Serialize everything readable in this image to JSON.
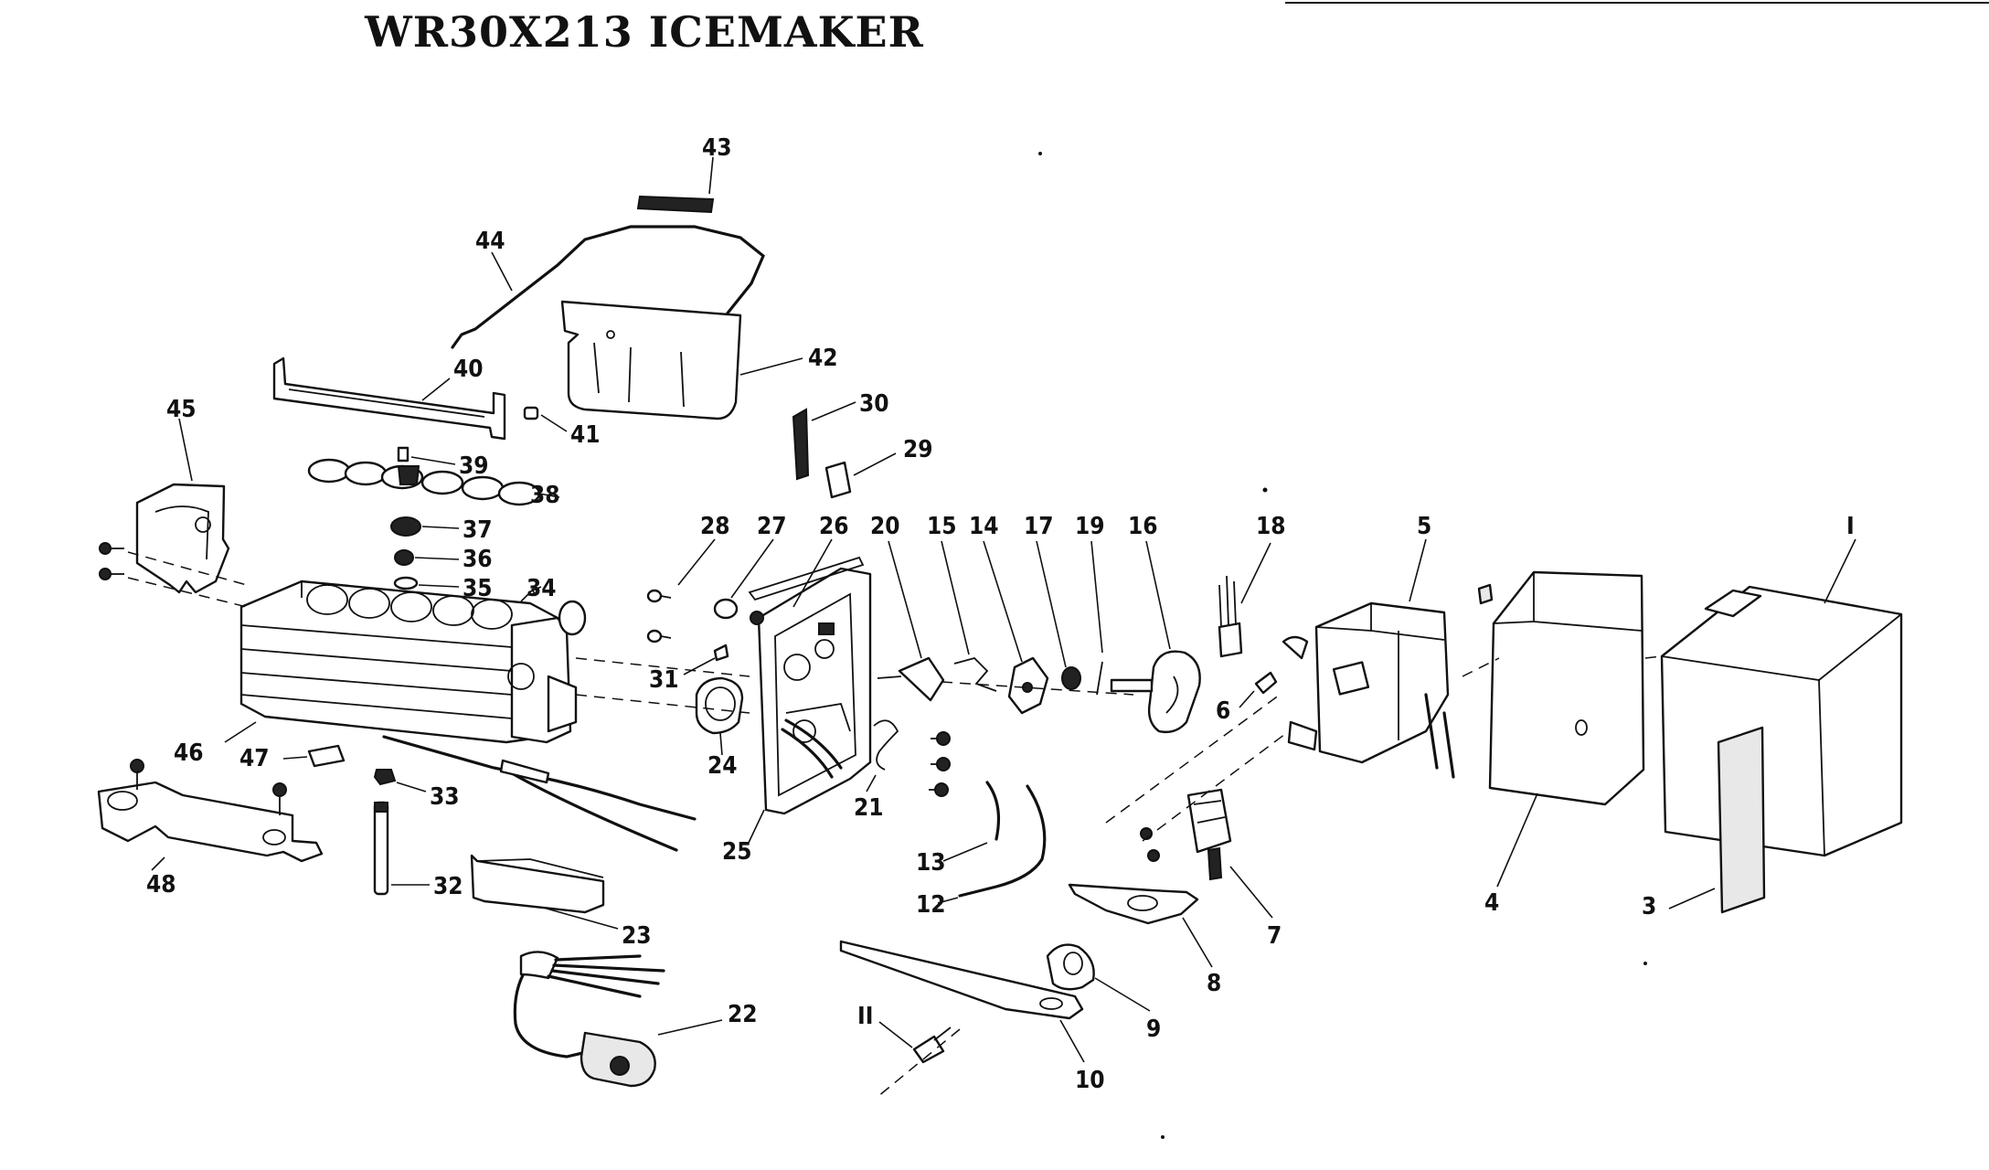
{
  "title": "WR30X213 ICEMAKER",
  "callouts": {
    "1": "I",
    "3": "3",
    "4": "4",
    "5": "5",
    "6": "6",
    "7": "7",
    "8": "8",
    "9": "9",
    "10": "10",
    "11": "II",
    "12": "12",
    "13": "13",
    "14": "14",
    "15": "15",
    "16": "16",
    "17": "17",
    "18": "18",
    "19": "19",
    "20": "20",
    "21": "21",
    "22": "22",
    "23": "23",
    "24": "24",
    "25": "25",
    "26": "26",
    "27": "27",
    "28": "28",
    "29": "29",
    "30": "30",
    "31": "31",
    "32": "32",
    "33": "33",
    "34": "34",
    "35": "35",
    "36": "36",
    "37": "37",
    "38": "38",
    "39": "39",
    "40": "40",
    "41": "41",
    "42": "42",
    "43": "43",
    "44": "44",
    "45": "45",
    "46": "46",
    "47": "47",
    "48": "48"
  }
}
